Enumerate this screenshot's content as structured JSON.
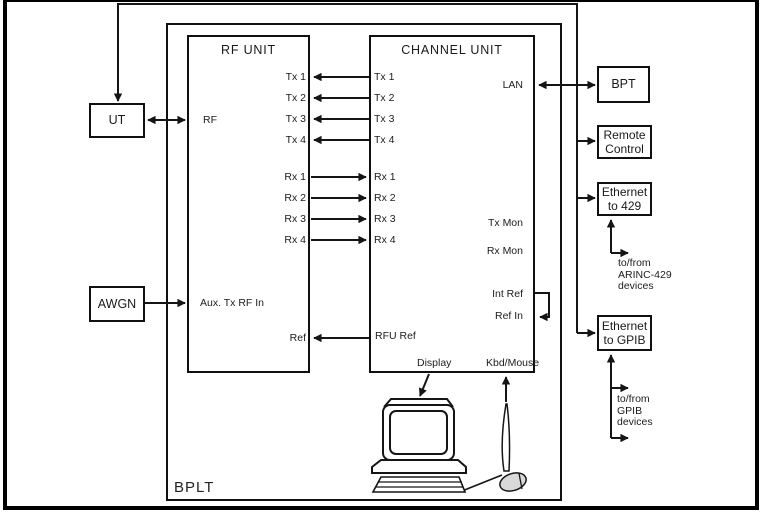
{
  "colors": {
    "line": "#151515",
    "background": "#ffffff",
    "mouse_fill": "#d9d9d9"
  },
  "boxes": {
    "bplt": "BPLT",
    "ut": "UT",
    "awgn": "AWGN",
    "bpt": "BPT",
    "remote_control": {
      "line1": "Remote",
      "line2": "Control"
    },
    "ethernet_429": {
      "line1": "Ethernet",
      "line2": "to 429"
    },
    "ethernet_gpib": {
      "line1": "Ethernet",
      "line2": "to GPIB"
    }
  },
  "rf_unit": {
    "title": "RF UNIT",
    "rf": "RF",
    "aux_tx_rf_in": "Aux. Tx RF In",
    "ref": "Ref",
    "tx": [
      "Tx 1",
      "Tx 2",
      "Tx 3",
      "Tx 4"
    ],
    "rx": [
      "Rx 1",
      "Rx 2",
      "Rx 3",
      "Rx 4"
    ]
  },
  "channel_unit": {
    "title": "CHANNEL UNIT",
    "lan": "LAN",
    "tx_mon": "Tx Mon",
    "rx_mon": "Rx Mon",
    "int_ref": "Int Ref",
    "ref_in": "Ref In",
    "rfu_ref": "RFU Ref",
    "display": "Display",
    "kbd_mouse": "Kbd/Mouse",
    "tx": [
      "Tx 1",
      "Tx 2",
      "Tx 3",
      "Tx 4"
    ],
    "rx": [
      "Rx 1",
      "Rx 2",
      "Rx 3",
      "Rx 4"
    ]
  },
  "annotations": {
    "arinc": {
      "line1": "to/from",
      "line2": "ARINC-429",
      "line3": "devices"
    },
    "gpib": {
      "line1": "to/from",
      "line2": "GPIB",
      "line3": "devices"
    }
  },
  "icons": {
    "monitor": "crt-monitor",
    "keyboard": "keyboard",
    "mouse": "mouse"
  }
}
